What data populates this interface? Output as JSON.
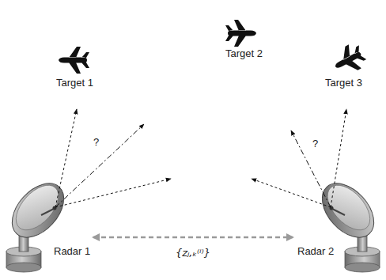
{
  "diagram": {
    "nodes": [
      {
        "text": [
          "Radar 1"
        ]
      },
      {
        "text": [
          "Radar 2"
        ]
      }
    ],
    "edges": [
      {
        "from": 0,
        "to": 1,
        "arrow": "both",
        "label": "{zⱼ,ₖ⁽ⁱ⁾}"
      }
    ],
    "labels": [
      "Target 1",
      "Target 2",
      "Target 3",
      "?",
      "?"
    ]
  }
}
